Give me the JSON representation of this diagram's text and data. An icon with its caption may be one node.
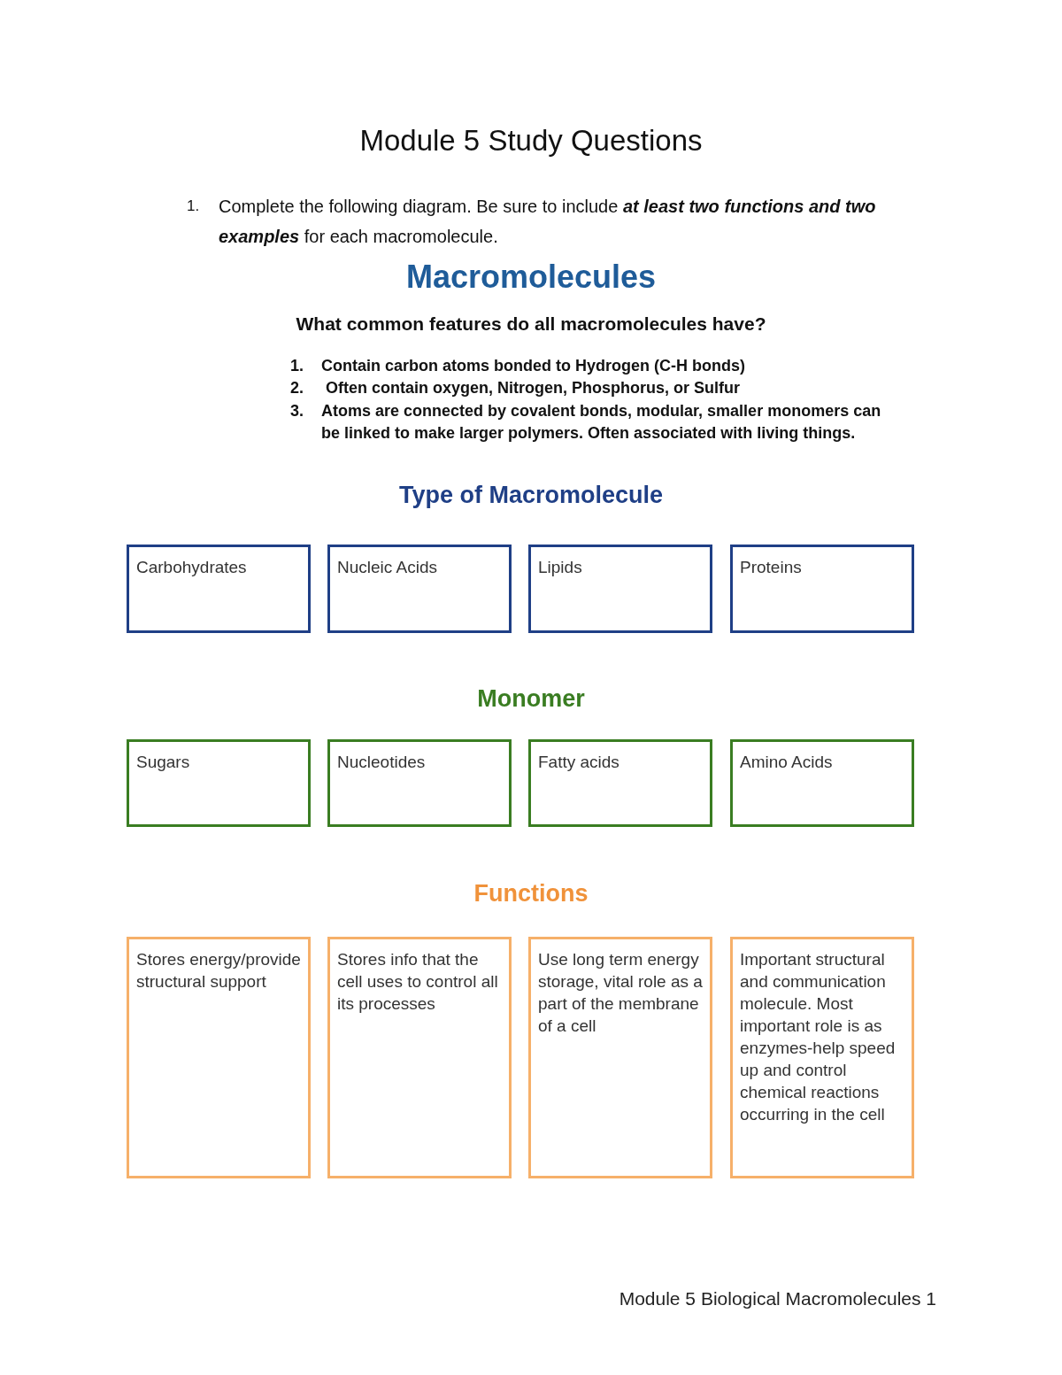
{
  "diagram": {
    "title": "Module 5 Study Questions",
    "nodes": [
      {
        "text": [
          "Carbohydrates"
        ]
      },
      {
        "text": [
          "Nucleic Acids"
        ]
      },
      {
        "text": [
          "Lipids"
        ]
      },
      {
        "text": [
          "Proteins"
        ]
      },
      {
        "text": [
          "Sugars"
        ]
      },
      {
        "text": [
          "Nucleotides"
        ]
      },
      {
        "text": [
          "Fatty acids"
        ]
      },
      {
        "text": [
          "Amino Acids"
        ]
      },
      {
        "text": [
          "Stores energy/provide structural support"
        ]
      },
      {
        "text": [
          "Stores info that the cell uses to control all its processes"
        ]
      },
      {
        "text": [
          "Use long term energy storage, vital role as a part of the membrane of a cell"
        ]
      },
      {
        "text": [
          "Important structural and communication molecule. Most important role is as enzymes-help speed up and control chemical reactions occurring in the cell"
        ]
      }
    ],
    "edges": [],
    "labels": [
      "1.",
      "Complete the following diagram. Be sure to include **at least two functions and two examples** for each macromolecule.",
      "Macromolecules",
      "What common features do all macromolecules have?",
      "1.",
      "Contain carbon atoms bonded to Hydrogen (C-H bonds)",
      "2.",
      "Often contain oxygen, Nitrogen, Phosphorus, or Sulfur",
      "3.",
      "Atoms are connected by covalent bonds, modular, smaller monomers can be linked to make larger polymers. Often associated with living things.",
      "Type of Macromolecule",
      "Monomer",
      "Functions",
      "Module 5 Biological Macromolecules 1"
    ]
  }
}
